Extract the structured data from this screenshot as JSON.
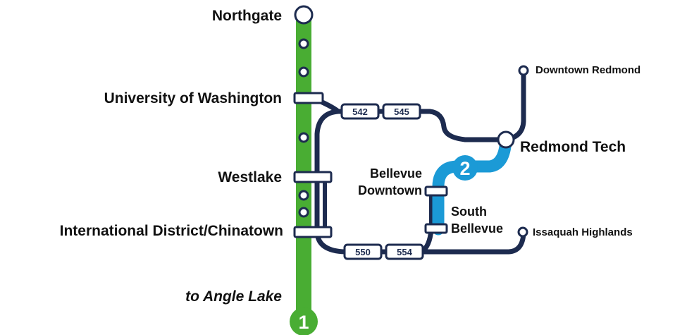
{
  "colors": {
    "line1": "#49ad33",
    "line2": "#1b9ad6",
    "bus": "#1d2b4f",
    "station_fill": "#ffffff"
  },
  "stations": {
    "northgate": "Northgate",
    "uw": "University of Washington",
    "westlake": "Westlake",
    "id_chinatown": "International District/Chinatown",
    "redmond_tech": "Redmond Tech",
    "downtown_redmond": "Downtown Redmond",
    "bellevue_downtown_1": "Bellevue",
    "bellevue_downtown_2": "Downtown",
    "south_bellevue_1": "South",
    "south_bellevue_2": "Bellevue",
    "issaquah": "Issaquah Highlands"
  },
  "destination": "to Angle Lake",
  "routes": {
    "r542": "542",
    "r545": "545",
    "r550": "550",
    "r554": "554"
  },
  "line_badges": {
    "line1": "1",
    "line2": "2"
  }
}
